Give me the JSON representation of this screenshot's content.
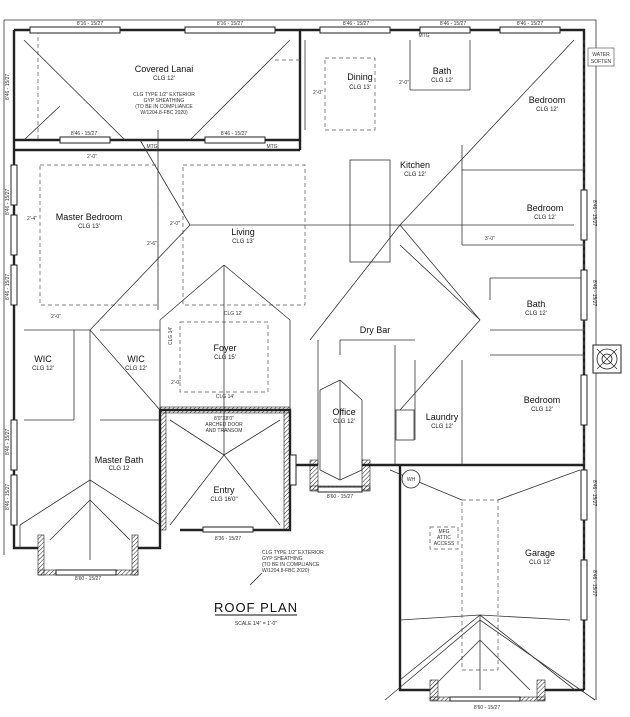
{
  "rooms": {
    "lanai": {
      "name": "Covered Lanai",
      "clg": "CLG 12'",
      "note1": "CLG TYPE 1/2\" EXTERIOR",
      "note2": "GYP SHEATHING",
      "note3": "(TO BE IN COMPLIANCE",
      "note4": "W/1204.8-FBC 2020)"
    },
    "dining": {
      "name": "Dining",
      "clg": "CLG 13'"
    },
    "bath_top": {
      "name": "Bath",
      "clg": "CLG 12'"
    },
    "bedroom1": {
      "name": "Bedroom",
      "clg": "CLG 12'"
    },
    "kitchen": {
      "name": "Kitchen",
      "clg": "CLG 12'"
    },
    "master_bedroom": {
      "name": "Master Bedroom",
      "clg": "CLG 13'"
    },
    "living": {
      "name": "Living",
      "clg": "CLG 13'"
    },
    "bedroom2": {
      "name": "Bedroom",
      "clg": "CLG 12'"
    },
    "bath_right": {
      "name": "Bath",
      "clg": "CLG 12'"
    },
    "dry_bar": {
      "name": "Dry Bar"
    },
    "wic_left": {
      "name": "WIC",
      "clg": "CLG 12'"
    },
    "wic_right": {
      "name": "WIC",
      "clg": "CLG 12'"
    },
    "foyer": {
      "name": "Foyer",
      "clg": "CLG 15'"
    },
    "office": {
      "name": "Office",
      "clg": "CLG 12'"
    },
    "laundry": {
      "name": "Laundry",
      "clg": "CLG 12'"
    },
    "bedroom3": {
      "name": "Bedroom",
      "clg": "CLG 12'"
    },
    "master_bath": {
      "name": "Master Bath",
      "clg": "CLG 12"
    },
    "entry": {
      "name": "Entry",
      "clg": "CLG 16'0\""
    },
    "garage": {
      "name": "Garage",
      "clg": "CLG 12'"
    }
  },
  "title": {
    "main": "ROOF  PLAN",
    "scale": "SCALE 1/4\" = 1'-0\""
  },
  "labels": {
    "water_heater": "WH",
    "attic_access_1": "MFG",
    "attic_access_2": "ATTIC",
    "attic_access_3": "ACCESS",
    "water_softener_1": "WATER",
    "water_softener_2": "SOFTEN",
    "entry_note1": "8'0\"X8'0\"",
    "entry_note2": "ARCHED DOOR",
    "entry_note3": "AND TRANSOM",
    "soffit_note1": "CLG TYPE 1/2\" EXTERIOR",
    "soffit_note2": "GYP SHEATHING",
    "soffit_note3": "(TO BE IN COMPLIANCE",
    "soffit_note4": "W/1204.8-FBC 2020)",
    "clg_foyer_top": "CLG 12'",
    "clg_foyer_left": "CLG 14'",
    "clg_foyer_bottom": "CLG 14'"
  },
  "dims": {
    "w1": "8'16 - 15/27",
    "w2": "8'16 - 15/27",
    "w3": "8'46 - 15/27",
    "w4": "8'46 - 15/27",
    "w5": "8'46 - 15/27",
    "w6": "8'46 - 15/27",
    "w7": "8'46 - 15/27",
    "w8": "8'36 - 15/27",
    "w9": "8'60 - 15/27",
    "w10": "8'60 - 15/27",
    "w11": "8'60 - 15/27",
    "side1": "8'46 - 15/27",
    "side2": "8'46 - 15/27",
    "side3": "8'46 - 15/27",
    "side4": "8'46 - 15/27",
    "side5": "8'46 - 15/27",
    "rside1": "8'46 - 15/27",
    "rside2": "8'46 - 15/27",
    "rside3": "8'46 - 15/27",
    "rside4": "8'46 - 15/27",
    "dim20": "2'-0\"",
    "dim26": "2'-6\"",
    "dim30": "3'-0\"",
    "dim24": "2'-4\"",
    "mtg": "MTG"
  }
}
